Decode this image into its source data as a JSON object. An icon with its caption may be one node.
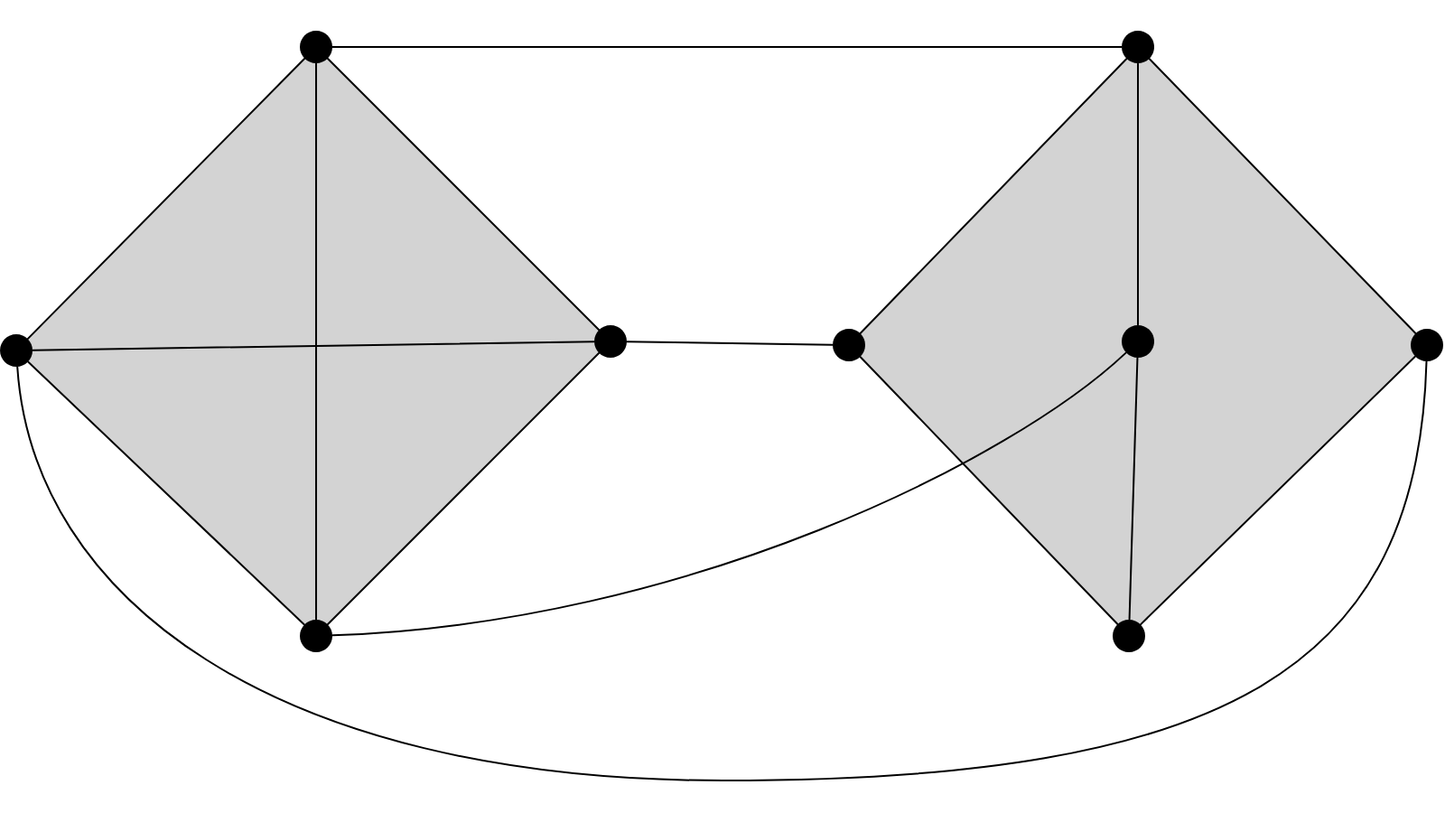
{
  "diagram": {
    "nodes": [
      {
        "text": [],
        "shape": "circle"
      },
      {
        "text": [],
        "shape": "circle"
      },
      {
        "text": [],
        "shape": "circle"
      },
      {
        "text": [],
        "shape": "circle"
      },
      {
        "text": [],
        "shape": "circle"
      },
      {
        "text": [],
        "shape": "circle"
      },
      {
        "text": [],
        "shape": "circle"
      },
      {
        "text": [],
        "shape": "circle"
      },
      {
        "text": [],
        "shape": "circle"
      }
    ],
    "edges": [
      {
        "from": 1,
        "to": 5,
        "arrow": "none"
      },
      {
        "from": 1,
        "to": 0,
        "arrow": "none"
      },
      {
        "from": 1,
        "to": 3,
        "arrow": "none"
      },
      {
        "from": 0,
        "to": 2,
        "arrow": "none"
      },
      {
        "from": 3,
        "to": 2,
        "arrow": "none"
      },
      {
        "from": 1,
        "to": 2,
        "arrow": "none"
      },
      {
        "from": 0,
        "to": 3,
        "arrow": "none"
      },
      {
        "from": 3,
        "to": 4,
        "arrow": "none"
      },
      {
        "from": 5,
        "to": 4,
        "arrow": "none"
      },
      {
        "from": 5,
        "to": 8,
        "arrow": "none"
      },
      {
        "from": 4,
        "to": 7,
        "arrow": "none"
      },
      {
        "from": 8,
        "to": 7,
        "arrow": "none"
      },
      {
        "from": 5,
        "to": 6,
        "arrow": "none"
      },
      {
        "from": 6,
        "to": 7,
        "arrow": "none"
      },
      {
        "from": 2,
        "to": 6,
        "arrow": "none"
      },
      {
        "from": 0,
        "to": 8,
        "arrow": "none"
      }
    ]
  }
}
